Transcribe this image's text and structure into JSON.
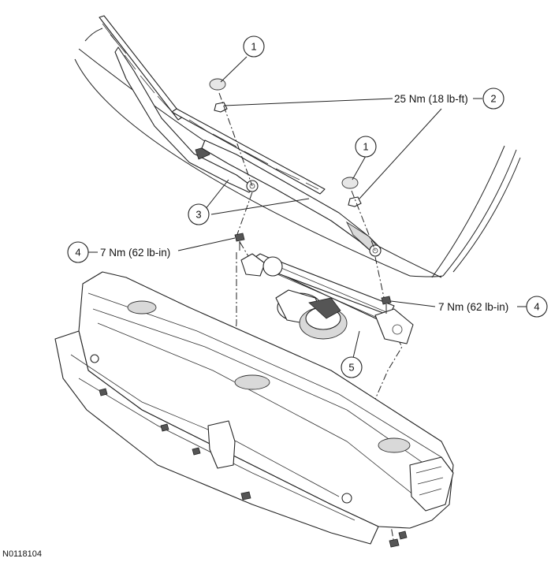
{
  "callouts": {
    "c1a": "1",
    "c1b": "1",
    "c2": "2",
    "c3": "3",
    "c4a": "4",
    "c4b": "4",
    "c5": "5"
  },
  "torque_specs": {
    "arm_nut": "25 Nm (18 lb-ft)",
    "left_bolt": "7 Nm (62 lb-in)",
    "right_bolt": "7 Nm (62 lb-in)"
  },
  "figure_id": "N0118104"
}
